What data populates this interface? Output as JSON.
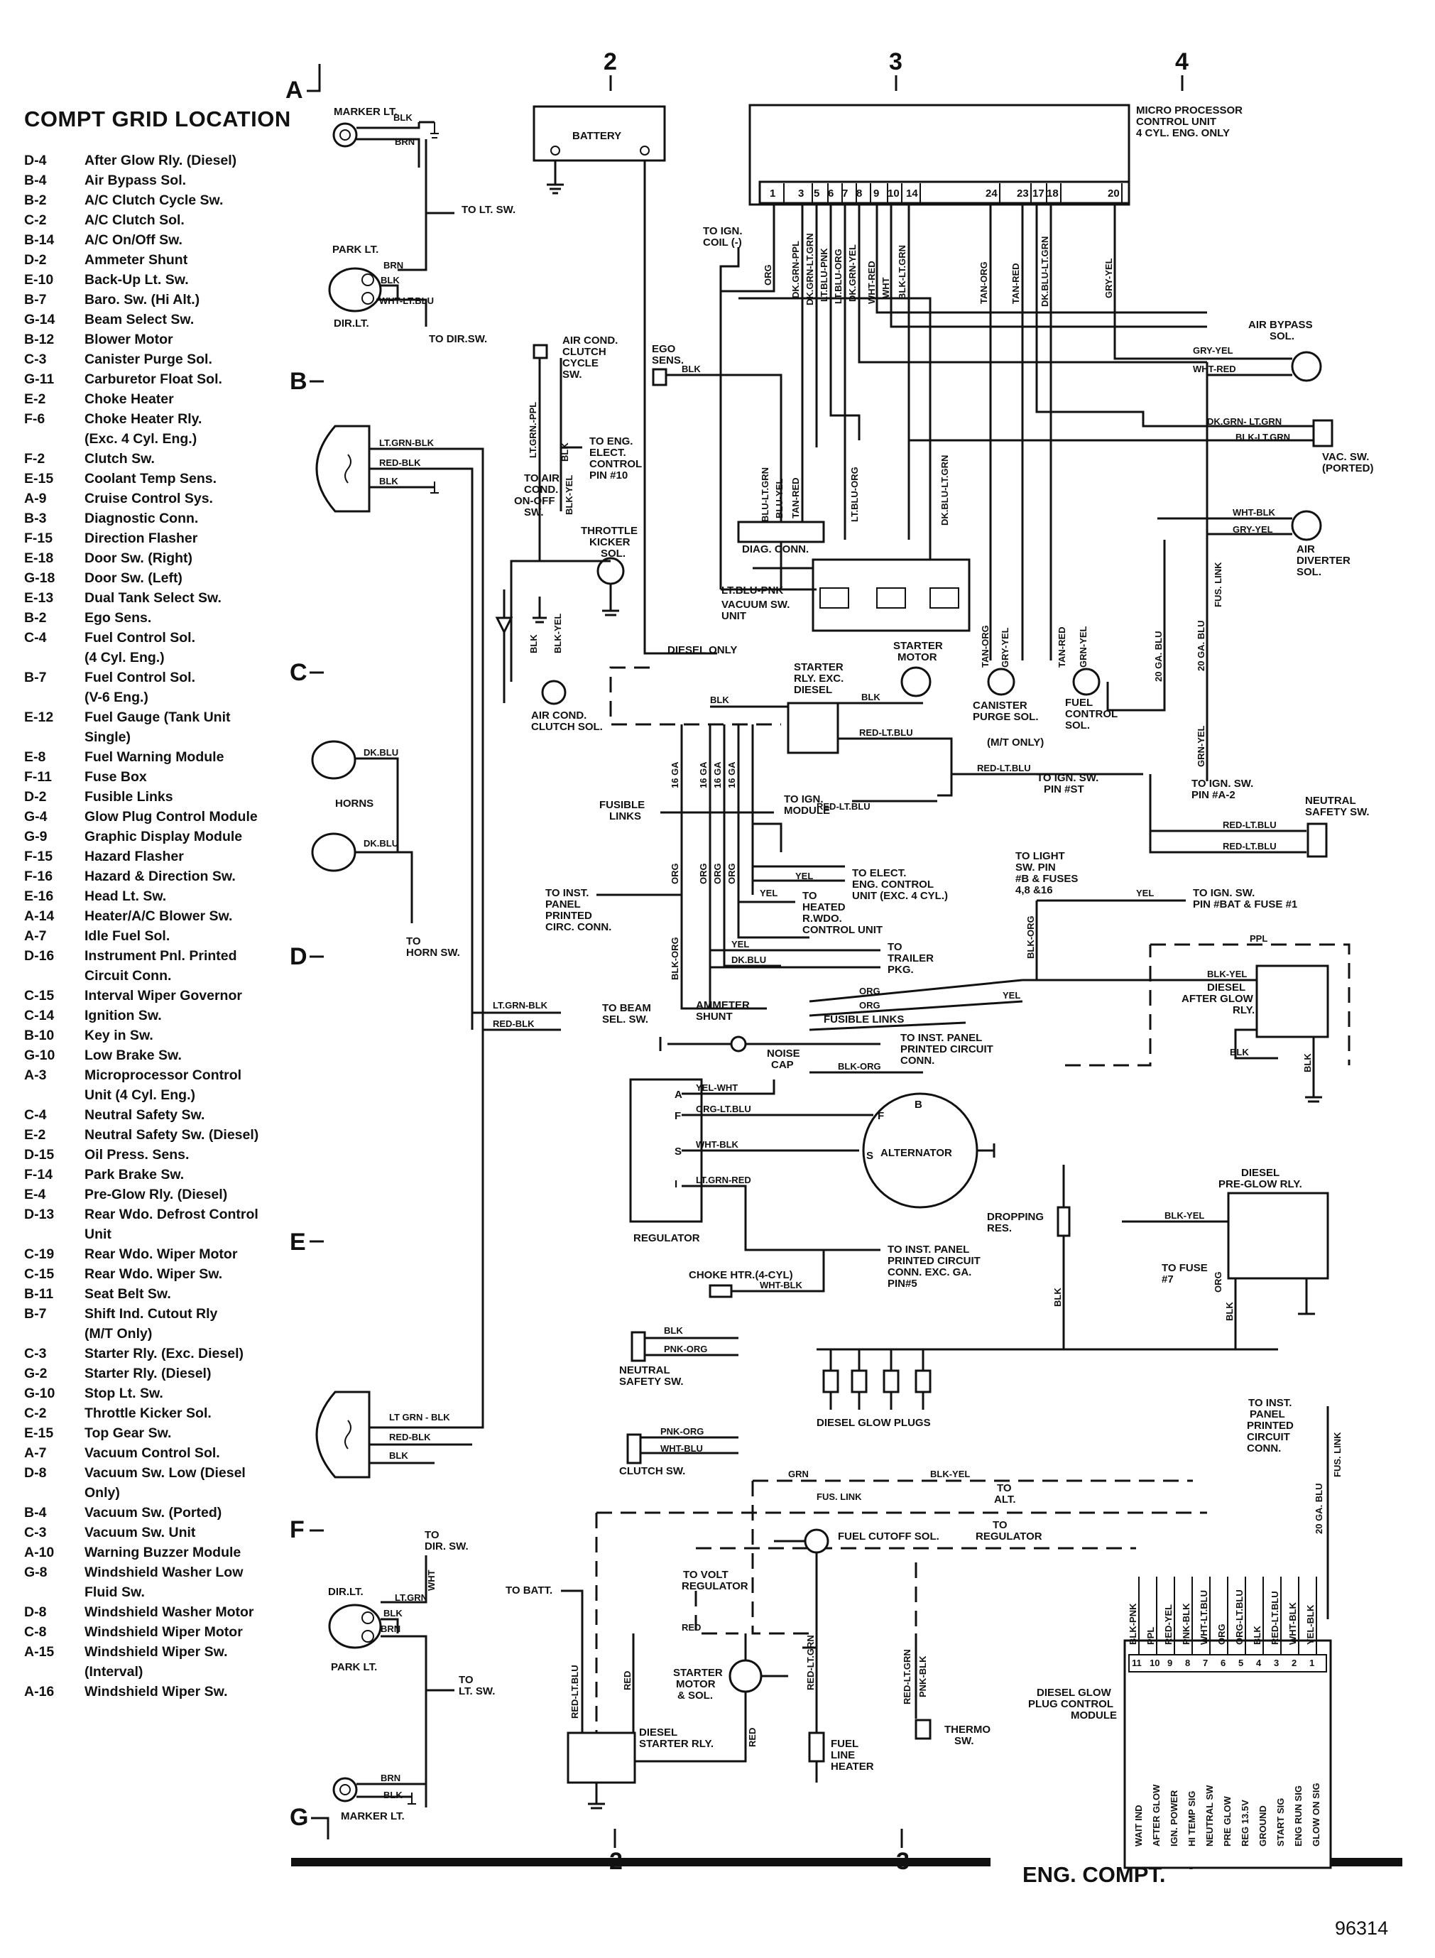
{
  "legend": {
    "title": "COMPT GRID LOCATION",
    "entries": [
      {
        "code": "D-4",
        "desc": "After Glow Rly. (Diesel)"
      },
      {
        "code": "B-4",
        "desc": "Air Bypass Sol."
      },
      {
        "code": "B-2",
        "desc": "A/C Clutch Cycle Sw."
      },
      {
        "code": "C-2",
        "desc": "A/C Clutch Sol."
      },
      {
        "code": "B-14",
        "desc": "A/C On/Off Sw."
      },
      {
        "code": "D-2",
        "desc": "Ammeter Shunt"
      },
      {
        "code": "E-10",
        "desc": "Back-Up Lt. Sw."
      },
      {
        "code": "B-7",
        "desc": "Baro. Sw. (Hi Alt.)"
      },
      {
        "code": "G-14",
        "desc": "Beam Select Sw."
      },
      {
        "code": "B-12",
        "desc": "Blower Motor"
      },
      {
        "code": "C-3",
        "desc": "Canister Purge Sol."
      },
      {
        "code": "G-11",
        "desc": "Carburetor Float Sol."
      },
      {
        "code": "E-2",
        "desc": "Choke Heater"
      },
      {
        "code": "F-6",
        "desc": "Choke Heater Rly.",
        "sub": "(Exc. 4 Cyl. Eng.)"
      },
      {
        "code": "F-2",
        "desc": "Clutch Sw."
      },
      {
        "code": "E-15",
        "desc": "Coolant Temp Sens."
      },
      {
        "code": "A-9",
        "desc": "Cruise Control Sys."
      },
      {
        "code": "B-3",
        "desc": "Diagnostic Conn."
      },
      {
        "code": "F-15",
        "desc": "Direction Flasher"
      },
      {
        "code": "E-18",
        "desc": "Door Sw. (Right)"
      },
      {
        "code": "G-18",
        "desc": "Door Sw. (Left)"
      },
      {
        "code": "E-13",
        "desc": "Dual Tank Select Sw."
      },
      {
        "code": "B-2",
        "desc": "Ego Sens."
      },
      {
        "code": "C-4",
        "desc": "Fuel Control Sol.",
        "sub": "(4 Cyl. Eng.)"
      },
      {
        "code": "B-7",
        "desc": "Fuel Control Sol.",
        "sub": "(V-6 Eng.)"
      },
      {
        "code": "E-12",
        "desc": "Fuel Gauge (Tank Unit",
        "sub": "Single)"
      },
      {
        "code": "E-8",
        "desc": "Fuel Warning Module"
      },
      {
        "code": "F-11",
        "desc": "Fuse Box"
      },
      {
        "code": "D-2",
        "desc": "Fusible Links"
      },
      {
        "code": "G-4",
        "desc": "Glow Plug Control Module"
      },
      {
        "code": "G-9",
        "desc": "Graphic Display Module"
      },
      {
        "code": "F-15",
        "desc": "Hazard Flasher"
      },
      {
        "code": "F-16",
        "desc": "Hazard & Direction Sw."
      },
      {
        "code": "E-16",
        "desc": "Head Lt. Sw."
      },
      {
        "code": "A-14",
        "desc": "Heater/A/C Blower Sw."
      },
      {
        "code": "A-7",
        "desc": "Idle Fuel Sol."
      },
      {
        "code": "D-16",
        "desc": "Instrument Pnl. Printed",
        "sub": "Circuit Conn."
      },
      {
        "code": "C-15",
        "desc": "Interval Wiper Governor"
      },
      {
        "code": "C-14",
        "desc": "Ignition Sw."
      },
      {
        "code": "B-10",
        "desc": "Key in Sw."
      },
      {
        "code": "G-10",
        "desc": "Low Brake Sw."
      },
      {
        "code": "A-3",
        "desc": "Microprocessor Control",
        "sub": "Unit (4 Cyl. Eng.)"
      },
      {
        "code": "C-4",
        "desc": "Neutral Safety Sw."
      },
      {
        "code": "E-2",
        "desc": "Neutral Safety Sw. (Diesel)"
      },
      {
        "code": "D-15",
        "desc": "Oil Press. Sens."
      },
      {
        "code": "F-14",
        "desc": "Park Brake Sw."
      },
      {
        "code": "E-4",
        "desc": "Pre-Glow Rly. (Diesel)"
      },
      {
        "code": "D-13",
        "desc": "Rear Wdo. Defrost Control",
        "sub": "Unit"
      },
      {
        "code": "C-19",
        "desc": "Rear Wdo. Wiper Motor"
      },
      {
        "code": "C-15",
        "desc": "Rear Wdo. Wiper Sw."
      },
      {
        "code": "B-11",
        "desc": "Seat Belt Sw."
      },
      {
        "code": "B-7",
        "desc": "Shift Ind. Cutout Rly",
        "sub": "(M/T Only)"
      },
      {
        "code": "C-3",
        "desc": "Starter Rly. (Exc. Diesel)"
      },
      {
        "code": "G-2",
        "desc": "Starter Rly. (Diesel)"
      },
      {
        "code": "G-10",
        "desc": "Stop Lt. Sw."
      },
      {
        "code": "C-2",
        "desc": "Throttle Kicker Sol."
      },
      {
        "code": "E-15",
        "desc": "Top Gear Sw."
      },
      {
        "code": "A-7",
        "desc": "Vacuum Control Sol."
      },
      {
        "code": "D-8",
        "desc": "Vacuum Sw. Low (Diesel",
        "sub": "Only)"
      },
      {
        "code": "B-4",
        "desc": "Vacuum Sw. (Ported)"
      },
      {
        "code": "C-3",
        "desc": "Vacuum Sw. Unit"
      },
      {
        "code": "A-10",
        "desc": "Warning Buzzer Module"
      },
      {
        "code": "G-8",
        "desc": "Windshield Washer Low",
        "sub": "Fluid Sw."
      },
      {
        "code": "D-8",
        "desc": "Windshield Washer Motor"
      },
      {
        "code": "C-8",
        "desc": "Windshield Wiper Motor"
      },
      {
        "code": "A-15",
        "desc": "Windshield Wiper Sw.",
        "sub": "(Interval)"
      },
      {
        "code": "A-16",
        "desc": "Windshield Wiper Sw."
      }
    ]
  },
  "grid": {
    "rows": [
      "A",
      "B",
      "C",
      "D",
      "E",
      "F",
      "G"
    ],
    "columns": [
      "2",
      "3",
      "4"
    ]
  },
  "components": {
    "battery": "BATTERY",
    "mcu": [
      "MICRO PROCESSOR",
      "CONTROL UNIT",
      "4 CYL. ENG. ONLY"
    ],
    "mcu_pins": [
      "1",
      "3",
      "5",
      "6",
      "7",
      "8",
      "9",
      "10",
      "14",
      "24",
      "23",
      "17",
      "18",
      "20"
    ],
    "marker_lt_top": "MARKER LT.",
    "park_lt_top": "PARK LT.",
    "dir_lt_top": "DIR.LT.",
    "to_lt_sw_top": "TO LT. SW.",
    "to_dir_sw_top": "TO DIR.SW.",
    "ac_clutch_cycle_sw": [
      "AIR COND.",
      "CLUTCH",
      "CYCLE",
      "SW."
    ],
    "ego_sens": [
      "EGO",
      "SENS."
    ],
    "to_ign_coil": [
      "TO IGN.",
      "COIL (-)"
    ],
    "to_eng_elect": [
      "TO ENG.",
      "ELECT.",
      "CONTROL",
      "PIN #10"
    ],
    "to_air_cond": [
      "TO AIR",
      "COND.",
      "ON-OFF",
      "SW."
    ],
    "throttle_kicker": [
      "THROTTLE",
      "KICKER",
      "SOL."
    ],
    "diag_conn": "DIAG. CONN.",
    "vacuum_sw_unit": [
      "VACUUM SW.",
      "UNIT"
    ],
    "air_bypass": [
      "AIR BYPASS",
      "SOL."
    ],
    "vac_sw": [
      "VAC. SW.",
      "(PORTED)"
    ],
    "air_diverter": [
      "AIR",
      "DIVERTER",
      "SOL."
    ],
    "diesel_only": "DIESEL ONLY",
    "starter_rly": [
      "STARTER",
      "RLY. EXC.",
      "DIESEL"
    ],
    "starter_motor": [
      "STARTER",
      "MOTOR"
    ],
    "air_cond_clutch_sol": [
      "AIR COND.",
      "CLUTCH SOL."
    ],
    "canister_purge": [
      "CANISTER",
      "PURGE SOL."
    ],
    "fuel_control_sol": [
      "FUEL",
      "CONTROL",
      "SOL."
    ],
    "fus_link": "FUS. LINK",
    "ga_20": "20 GA. BLU",
    "horns": "HORNS",
    "to_horn_sw": [
      "TO",
      "HORN SW."
    ],
    "mt_only": "(M/T ONLY)",
    "to_ign_sw_st": [
      "TO IGN. SW.",
      "PIN #ST"
    ],
    "to_ign_sw_a2": [
      "TO IGN. SW.",
      "PIN #A-2"
    ],
    "neutral_safety_sw": [
      "NEUTRAL",
      "SAFETY SW."
    ],
    "to_ign_module": [
      "TO IGN.",
      "MODULE"
    ],
    "fusible_links": [
      "FUSIBLE",
      "LINKS"
    ],
    "fusible_link_ga": [
      "16 GA",
      "16 GA",
      "16 GA",
      "16 GA"
    ],
    "to_elect_eng": [
      "TO ELECT.",
      "ENG. CONTROL",
      "UNIT (EXC. 4 CYL.)"
    ],
    "to_heated_rwdo": [
      "TO",
      "HEATED",
      "R.WDO.",
      "CONTROL UNIT"
    ],
    "to_inst_panel_circ": [
      "TO INST.",
      "PANEL",
      "PRINTED",
      "CIRC. CONN."
    ],
    "to_trailer": [
      "TO",
      "TRAILER",
      "PKG."
    ],
    "to_light_sw": [
      "TO LIGHT",
      "SW. PIN",
      "#B & FUSES",
      "4,8 &16"
    ],
    "to_ign_sw_bat": [
      "TO IGN. SW.",
      "PIN #BAT & FUSE #1"
    ],
    "to_beam_sel": [
      "TO BEAM",
      "SEL. SW."
    ],
    "ammeter_shunt": [
      "AMMETER",
      "SHUNT"
    ],
    "noise_cap": [
      "NOISE",
      "CAP"
    ],
    "fusible_links_2": "FUSIBLE LINKS",
    "to_inst_panel_2": [
      "TO INST. PANEL",
      "PRINTED CIRCUIT",
      "CONN."
    ],
    "after_glow": [
      "DIESEL",
      "AFTER GLOW",
      "RLY."
    ],
    "alternator": "ALTERNATOR",
    "regulator": "REGULATOR",
    "reg_terminals": [
      "A",
      "F",
      "S",
      "I"
    ],
    "alt_terminals": [
      "B",
      "F",
      "S"
    ],
    "dropping_res": [
      "DROPPING",
      "RES."
    ],
    "pre_glow": [
      "DIESEL",
      "PRE-GLOW RLY."
    ],
    "to_fuse_7": [
      "TO FUSE",
      "#7"
    ],
    "to_inst_panel_3": [
      "TO INST. PANEL",
      "PRINTED CIRCUIT",
      "CONN. EXC. GA.",
      "PIN#5"
    ],
    "choke_htr": "CHOKE HTR.(4-CYL)",
    "neutral_safety_sw_2": [
      "NEUTRAL",
      "SAFETY SW."
    ],
    "diesel_glow_plugs": "DIESEL GLOW PLUGS",
    "clutch_sw": "CLUTCH SW.",
    "to_inst_panel_4": [
      "TO INST.",
      "PANEL",
      "PRINTED",
      "CIRCUIT",
      "CONN."
    ],
    "to_alt": [
      "TO",
      "ALT."
    ],
    "to_regulator": [
      "TO",
      "REGULATOR"
    ],
    "fuel_cutoff": "FUEL CUTOFF SOL.",
    "to_volt_reg": [
      "TO VOLT",
      "REGULATOR"
    ],
    "to_batt": "TO BATT.",
    "starter_motor_sol": [
      "STARTER",
      "MOTOR",
      "& SOL."
    ],
    "diesel_starter_rly": [
      "DIESEL",
      "STARTER RLY."
    ],
    "fuel_line_heater": [
      "FUEL",
      "LINE",
      "HEATER"
    ],
    "thermo_sw": [
      "THERMO",
      "SW."
    ],
    "glow_module": [
      "DIESEL GLOW",
      "PLUG CONTROL",
      "MODULE"
    ],
    "glow_pins": [
      "11",
      "10",
      "9",
      "8",
      "7",
      "6",
      "5",
      "4",
      "3",
      "2",
      "1"
    ],
    "glow_pin_names": [
      "WAIT IND",
      "AFTER GLOW",
      "IGN. POWER",
      "HI TEMP SIG",
      "NEUTRAL SW",
      "PRE GLOW",
      "REG 13.5V",
      "GROUND",
      "START SIG",
      "ENG RUN SIG",
      "GLOW ON SIG"
    ],
    "glow_wires": [
      "BLK-PNK",
      "PPL",
      "RED-YEL",
      "PNK-BLK",
      "WHT-LT.BLU",
      "ORG",
      "ORG-LT.BLU",
      "BLK",
      "RED-LT.BLU",
      "WHT-BLK",
      "YEL-BLK"
    ],
    "headlamp_top_wires": [
      "LT.GRN-BLK",
      "RED-BLK",
      "BLK"
    ],
    "to_lt_sw_bottom": [
      "TO",
      "LT. SW."
    ],
    "to_dir_sw_bottom": [
      "TO",
      "DIR. SW."
    ],
    "marker_lt_bottom": "MARKER LT.",
    "park_lt_bottom": "PARK LT.",
    "dir_lt_bottom": "DIR.LT."
  },
  "wire_labels": {
    "blk": "BLK",
    "brn": "BRN",
    "wht_ltblu": "WHT-LT.BLU",
    "ltgrn_ppl": "LT.GRN.-PPL",
    "blk_yel": "BLK-YEL",
    "org": "ORG",
    "dkgrn_ppl": "DK.GRN-PPL",
    "dkgrn_ltgrn": "DK.GRN-LT.GRN",
    "ltblu_pnk": "LT.BLU-PNK",
    "ltblu_org": "LT.BLU-ORG",
    "dkgrn_yel": "DK.GRN-YEL",
    "wht_red": "WHT-RED",
    "wht": "WHT",
    "blk_ltgrn": "BLK-LT.GRN",
    "tan_org": "TAN-ORG",
    "tan_red": "TAN-RED",
    "dkblu_ltgrn": "DK.BLU-LT.GRN",
    "gry_yel": "GRY-YEL",
    "blu_ltgrn": "BLU-LT.GRN",
    "blu_yel": "BLU-YEL",
    "ltblu_org_2": "LT.BLU-ORG",
    "dkblu_ltgrn_2": "DK.BLU-LT.GRN",
    "dkgrn_ltgrn_2": "DK.GRN- LT.GRN",
    "blk_ltgrn_2": "BLK-LT.GRN",
    "wht_blk": "WHT-BLK",
    "gry_yel_2": "GRY-YEL",
    "grn_yel": "GRN-YEL",
    "red_ltblu": "RED-LT.BLU",
    "red_ltblu_2": "RED-LT.BLU",
    "dkblu": "DK.BLU",
    "yel": "YEL",
    "blk_org": "BLK-ORG",
    "yel_wht": "YEL-WHT",
    "org_ltblu": "ORG-LT.BLU",
    "ltgrn_red": "LT.GRN-RED",
    "ppl": "PPL",
    "blk_yel_2": "BLK-YEL",
    "pnk_org": "PNK-ORG",
    "wht_blu": "WHT-BLU",
    "grn": "GRN",
    "fus_link": "FUS. LINK",
    "red": "RED",
    "red_ltblu_3": "RED-LT.BLU",
    "red_ltgrn": "RED-LT.GRN",
    "red_ltgrn_2": "RED-LT.GRN",
    "pnk_blk": "PNK-BLK",
    "wht_blk_2": "WHT-BLK",
    "ltgrn_blk": "LT.GRN-BLK",
    "red_blk": "RED-BLK",
    "ltgrn_blk_2": "LT GRN - BLK",
    "ltgrn": "LT.GRN",
    "ga_20": "20 GA. BLU"
  },
  "footer": {
    "caption": "ENG. COMPT.",
    "figure_number": "96314"
  }
}
